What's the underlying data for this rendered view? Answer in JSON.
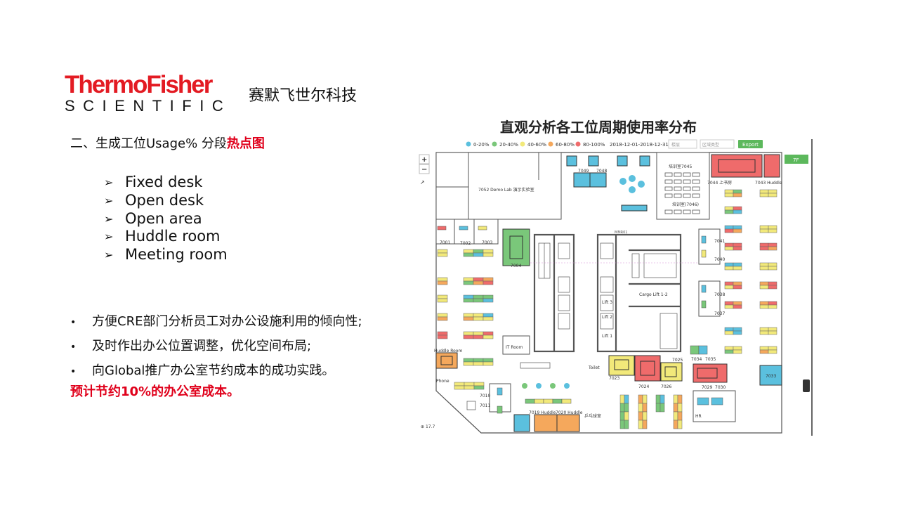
{
  "header": {
    "logo_line1": "ThermoFisher",
    "logo_line2": "SCIENTIFIC",
    "company_cn": "赛默飞世尔科技"
  },
  "section": {
    "title_prefix": "二、生成工位Usage% 分段",
    "title_highlight": "热点图"
  },
  "workspace_types": [
    {
      "label": "Fixed desk"
    },
    {
      "label": "Open desk"
    },
    {
      "label": "Open area"
    },
    {
      "label": "Huddle room"
    },
    {
      "label": "Meeting room"
    }
  ],
  "benefits": [
    {
      "text": "方便CRE部门分析员工对办公设施利用的倾向性;"
    },
    {
      "text": "及时作出办公位置调整，优化空间布局;"
    },
    {
      "text": "向Global推广办公室节约成本的成功实践。"
    }
  ],
  "savings_text": "预计节约10%的办公室成本。",
  "map": {
    "title": "直观分析各工位周期使用率分布",
    "legend": [
      {
        "label": "0-20%",
        "color": "#5bc0de"
      },
      {
        "label": "20-40%",
        "color": "#7ac77a"
      },
      {
        "label": "40-60%",
        "color": "#f2e97a"
      },
      {
        "label": "60-80%",
        "color": "#f5a85c"
      },
      {
        "label": "80-100%",
        "color": "#ef6b6b"
      }
    ],
    "date_range": "2018-12-01-2018-12-31",
    "filter1_placeholder": "楼层",
    "filter2_placeholder": "区域类型",
    "export_label": "Export",
    "floor_label": "7F",
    "zoom_in": "+",
    "zoom_out": "−",
    "scale_text": "17.7",
    "room_labels": {
      "demo_lab": "7052 Demo Lab 演示实验室",
      "r7049": "7049",
      "r7048": "7048",
      "training_7045": "培训室7045",
      "training_7046": "培训室(7046)",
      "r7044": "7044 上书房",
      "r7043": "7043 Huddle",
      "r7001": "7001",
      "r7002": "7002",
      "r7003": "7003",
      "r7004": "7004",
      "mmr": "MMR01",
      "cargo": "Cargo Lift 1-2",
      "lift3": "Lift 3",
      "lift2": "Lift 2",
      "lift1": "Lift 1",
      "r7041": "7041",
      "r7040": "7040",
      "r7038": "7038",
      "r7037": "7037",
      "it_room": "IT Room",
      "huddle": "Huddle Room",
      "phone": "Phone",
      "toilet": "Toilet",
      "r7023": "7023",
      "r7024": "7024",
      "r7025": "7025",
      "r7026": "7026",
      "r7034": "7034",
      "r7035": "7035",
      "r7029": "7029",
      "r7030": "7030",
      "r7033": "7033",
      "r7010": "7010",
      "r7011": "7011",
      "r7019": "7019 Huddle",
      "r7020": "7020 Huddle",
      "pingpong": "乒乓球室",
      "hr": "HR"
    }
  }
}
